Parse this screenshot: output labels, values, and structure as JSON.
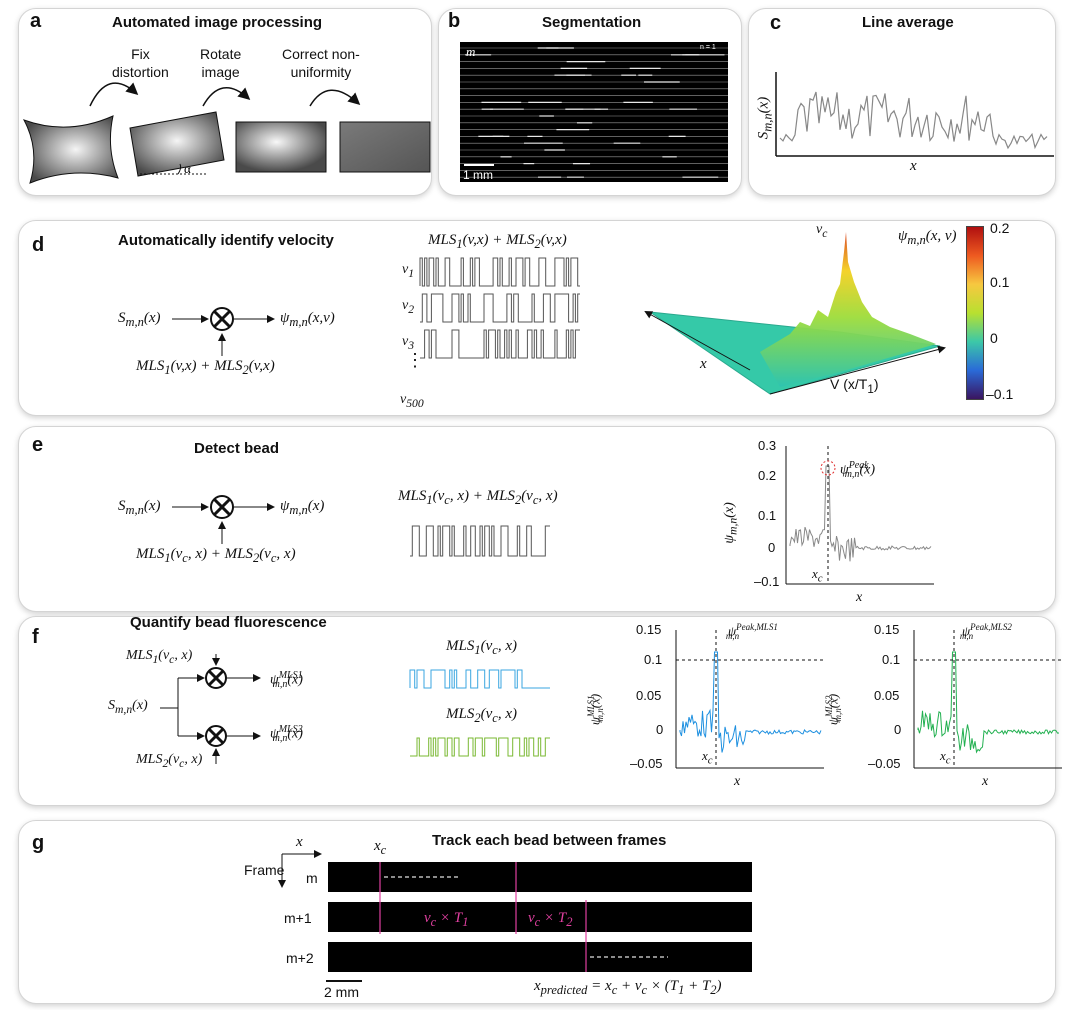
{
  "panels": {
    "a": {
      "label": "a",
      "title": "Automated image processing",
      "steps": [
        "Fix\ndistortion",
        "Rotate\nimage",
        "Correct non-\nuniformity"
      ],
      "angle_symbol": "α"
    },
    "b": {
      "label": "b",
      "title": "Segmentation",
      "m_label": "m",
      "n_label": "n = 1",
      "scale": "1 mm"
    },
    "c": {
      "label": "c",
      "title": "Line average",
      "ylabel": "S_m,n(x)",
      "xlabel": "x"
    },
    "d": {
      "label": "d",
      "title": "Automatically identify velocity",
      "eq_left": "S_m,n(x)",
      "eq_right": "ψ_m,n(x,v)",
      "eq_bottom": "MLS1(v,x) + MLS2(v,x)",
      "mls_title": "MLS1(v,x) + MLS2(v,x)",
      "v_labels": [
        "v1",
        "v2",
        "v3",
        "v500"
      ],
      "surface_labels": {
        "vc": "vc",
        "x": "x",
        "v": "V (x/T1)",
        "colorbar_title": "ψ_m,n(x, v)"
      },
      "colorbar_ticks": [
        "0.2",
        "0.1",
        "0",
        "–0.1"
      ]
    },
    "e": {
      "label": "e",
      "title": "Detect bead",
      "eq_left": "S_m,n(x)",
      "eq_right": "ψ_m,n(x)",
      "eq_bottom": "MLS1(vc, x) + MLS2(vc, x)",
      "mls_title": "MLS1(vc, x) + MLS2(vc, x)",
      "plot": {
        "ylabel": "ψ_m,n(x)",
        "xlabel": "x",
        "peak": "ψ^Peak_m,n(x)",
        "xc": "xc",
        "yticks": [
          "0.3",
          "0.2",
          "0.1",
          "0",
          "–0.1"
        ]
      }
    },
    "f": {
      "label": "f",
      "title": "Quantify bead fluorescence",
      "in1": "MLS1(vc, x)",
      "in2": "MLS2(vc, x)",
      "src": "S_m,n(x)",
      "out1": "ψ^MLS1_m,n(x)",
      "out2": "ψ^MLS2_m,n(x)",
      "mls1_title": "MLS1(vc, x)",
      "mls2_title": "MLS2(vc, x)",
      "plot1": {
        "ylabel": "ψ^MLS1_m,n(x)",
        "xlabel": "x",
        "peak": "ψ^Peak,MLS1_m,n",
        "xc": "xc",
        "yticks": [
          "0.15",
          "0.1",
          "0.05",
          "0",
          "–0.05"
        ]
      },
      "plot2": {
        "ylabel": "ψ^MLS2_m,n(x)",
        "xlabel": "x",
        "peak": "ψ^Peak,MLS2_m,n",
        "xc": "xc",
        "yticks": [
          "0.15",
          "0.1",
          "0.05",
          "0",
          "–0.05"
        ]
      }
    },
    "g": {
      "label": "g",
      "title": "Track each bead between frames",
      "axis_x": "x",
      "axis_frame": "Frame",
      "xc": "xc",
      "rows": [
        "m",
        "m+1",
        "m+2"
      ],
      "seg1": "vc × T1",
      "seg2": "vc × T2",
      "scale": "2 mm",
      "formula": "x_predicted = xc + vc × (T1 + T2)"
    }
  },
  "colors": {
    "mls1": "#3aa6e0",
    "mls2": "#7ab832",
    "trace_gray": "#888888",
    "magenta": "#e040a0",
    "psi1": "#1e90e0",
    "psi2": "#22b050"
  }
}
